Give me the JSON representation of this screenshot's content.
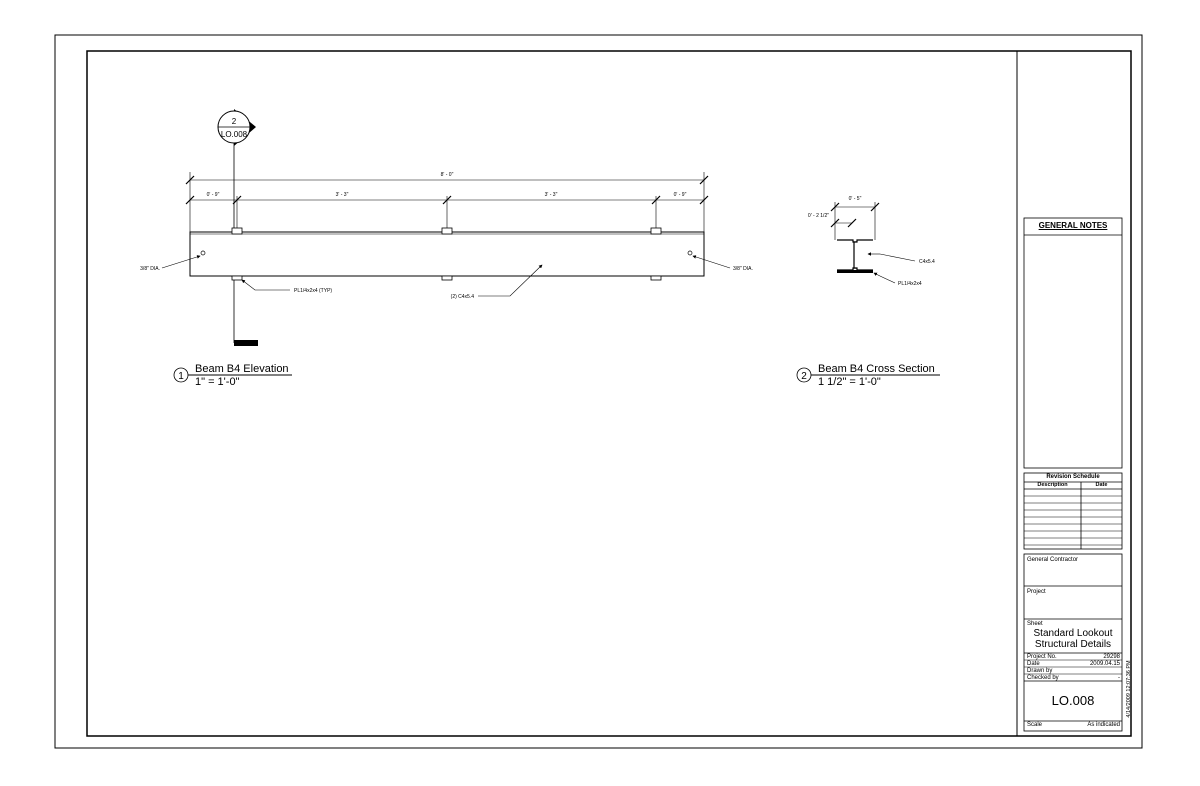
{
  "drawing": {
    "section_marker": {
      "number": "2",
      "sheet": "LO.008"
    },
    "elevation": {
      "overall_dim": "8' - 0\"",
      "segment_dims": [
        "0' - 9\"",
        "3' - 3\"",
        "3' - 3\"",
        "0' - 9\""
      ],
      "left_label": "3/8\" DIA.",
      "right_label": "3/8\" DIA.",
      "plate_callout": "PL1/4x2x4 (TYP)",
      "channel_callout": "(2) C4x5.4"
    },
    "cross_section": {
      "top_dim": "0' - 5\"",
      "side_dim": "0' - 2 1/2\"",
      "channel_label": "C4x5.4",
      "plate_label": "PL1/4x2x4"
    },
    "view_titles": [
      {
        "number": "1",
        "title": "Beam B4 Elevation",
        "scale": "1\" = 1'-0\""
      },
      {
        "number": "2",
        "title": "Beam B4 Cross Section",
        "scale": "1 1/2\" = 1'-0\""
      }
    ]
  },
  "title_block": {
    "general_notes": "GENERAL NOTES",
    "revision_schedule": {
      "title": "Revision Schedule",
      "col_description": "Description",
      "col_date": "Date"
    },
    "general_contractor_label": "General Contractor",
    "project_label": "Project",
    "sheet_label": "Sheet",
    "sheet_title_line1": "Standard Lookout",
    "sheet_title_line2": "Structural Details",
    "project_no_label": "Project No.",
    "project_no": "29298",
    "date_label": "Date",
    "date": "2009.04.15",
    "drawn_by_label": "Drawn by",
    "drawn_by": "",
    "checked_by_label": "Checked by",
    "checked_by": "-",
    "sheet_number": "LO.008",
    "scale_label": "Scale",
    "scale": "As indicated",
    "plot_stamp": "4/14/2009 12:07:36 PM"
  }
}
